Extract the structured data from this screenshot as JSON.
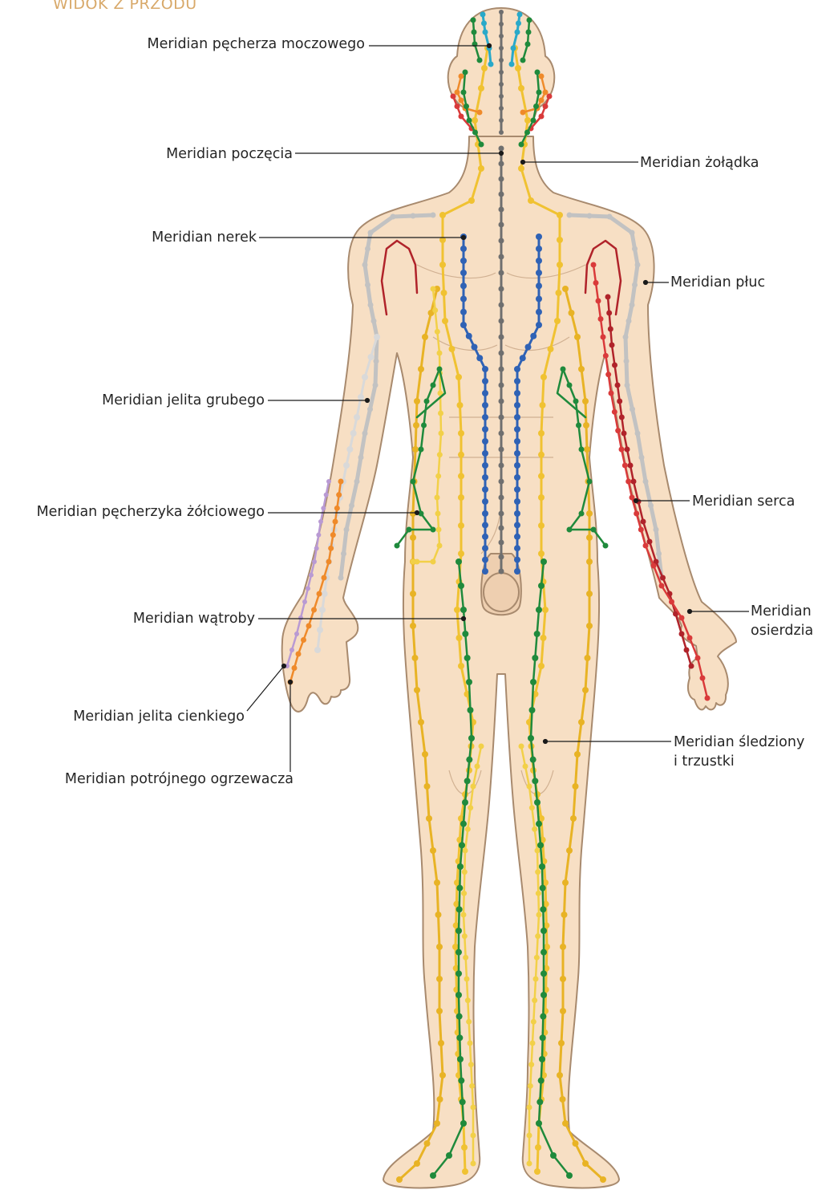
{
  "title": "WIDOK Z PRZODU",
  "labels": {
    "bladder": "Meridian pęcherza moczowego",
    "conception": "Meridian poczęcia",
    "stomach": "Meridian żołądka",
    "kidney": "Meridian nerek",
    "lung": "Meridian płuc",
    "large_intestine": "Meridian jelita grubego",
    "gallbladder": "Meridian pęcherzyka żółciowego",
    "heart": "Meridian serca",
    "liver": "Meridian wątroby",
    "pericardium_1": "Meridian",
    "pericardium_2": "osierdzia",
    "small_intestine": "Meridian jelita cienkiego",
    "spleen_1": "Meridian śledziony",
    "spleen_2": "i trzustki",
    "triple_warmer": "Meridian potrójnego ogrzewacza"
  },
  "colors": {
    "skin": "#f7dfc4",
    "outline": "#a88a6e",
    "conception": "#6f6f6f",
    "kidney": "#2f62b5",
    "stomach": "#f0c232",
    "gallbladder": "#e8b325",
    "spleen": "#f2d048",
    "liver": "#1f8a3c",
    "lung": "#c2c2c2",
    "heart": "#b0232a",
    "pericardium": "#d93a3a",
    "bladder": "#29a9c9",
    "large_intestine": "#d9d9d9",
    "small_intestine": "#b99ad3",
    "triple_warmer": "#ef8a2a",
    "title": "#d8a96a"
  }
}
